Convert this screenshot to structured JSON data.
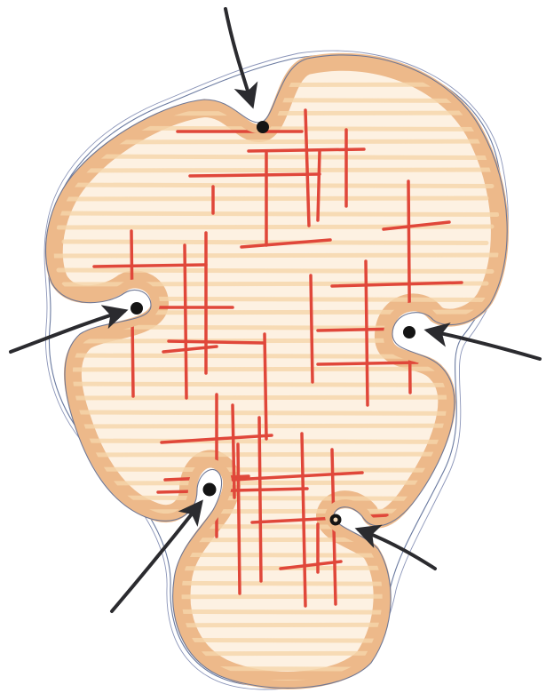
{
  "diagram": {
    "type": "hand-drawn sketch",
    "colors": {
      "background": "#ffffff",
      "body_fill": "#fdf1e2",
      "body_rim": "#edb98a",
      "inner_stripes": "#f6d6ab",
      "pencil_outline": "#6a7aa0",
      "red_hatch": "#e0473a",
      "arrows": "#2b2b2f",
      "points": "#141414"
    },
    "arrows": [
      {
        "name": "top",
        "direction": "down"
      },
      {
        "name": "left",
        "direction": "up-right"
      },
      {
        "name": "right",
        "direction": "left"
      },
      {
        "name": "bottom-left",
        "direction": "up-right"
      },
      {
        "name": "bottom-right",
        "direction": "up-left"
      }
    ]
  }
}
